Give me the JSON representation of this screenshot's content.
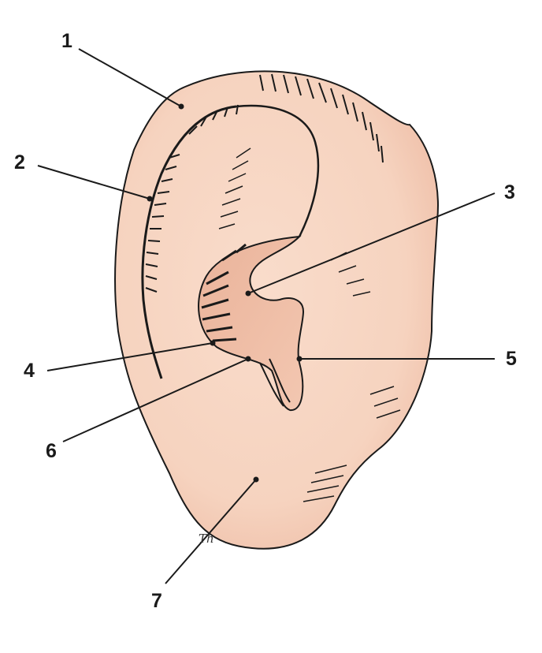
{
  "figure": {
    "colors": {
      "skin": "#f6d3bf",
      "skin_shadow": "#eebca5",
      "ink": "#1a1a1a",
      "background": "#ffffff"
    },
    "signature": "Th"
  },
  "labels": [
    {
      "id": "1",
      "text": "1"
    },
    {
      "id": "2",
      "text": "2"
    },
    {
      "id": "3",
      "text": "3"
    },
    {
      "id": "4",
      "text": "4"
    },
    {
      "id": "5",
      "text": "5"
    },
    {
      "id": "6",
      "text": "6"
    },
    {
      "id": "7",
      "text": "7"
    }
  ]
}
